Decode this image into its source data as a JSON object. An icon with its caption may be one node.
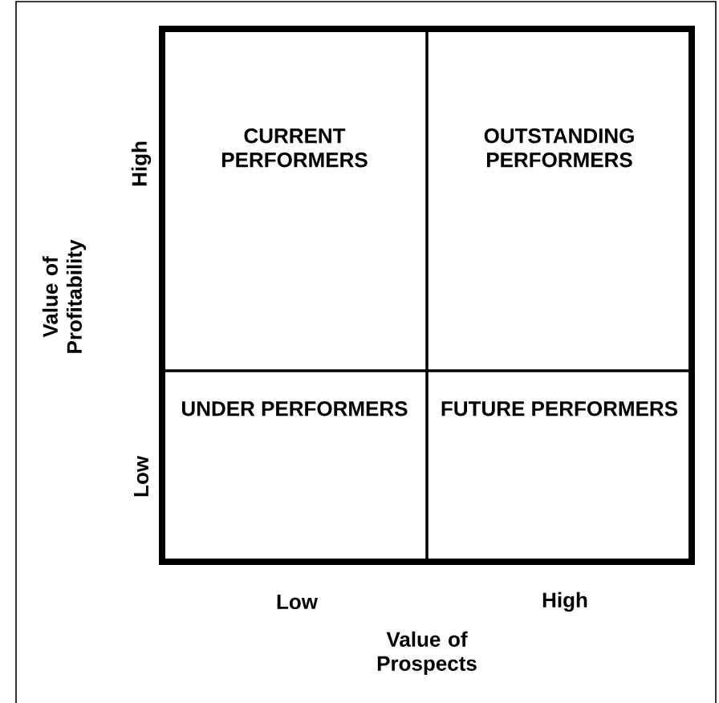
{
  "diagram": {
    "nodes": [
      {
        "text": [
          "CURRENT PERFORMERS"
        ]
      },
      {
        "text": [
          "OUTSTANDING PERFORMERS"
        ]
      },
      {
        "text": [
          "UNDER PERFORMERS"
        ]
      },
      {
        "text": [
          "FUTURE PERFORMERS"
        ]
      }
    ],
    "edges": [],
    "labels": [
      "Value of Profitability",
      "High",
      "Low",
      "Low",
      "High",
      "Value of Prospects"
    ]
  }
}
